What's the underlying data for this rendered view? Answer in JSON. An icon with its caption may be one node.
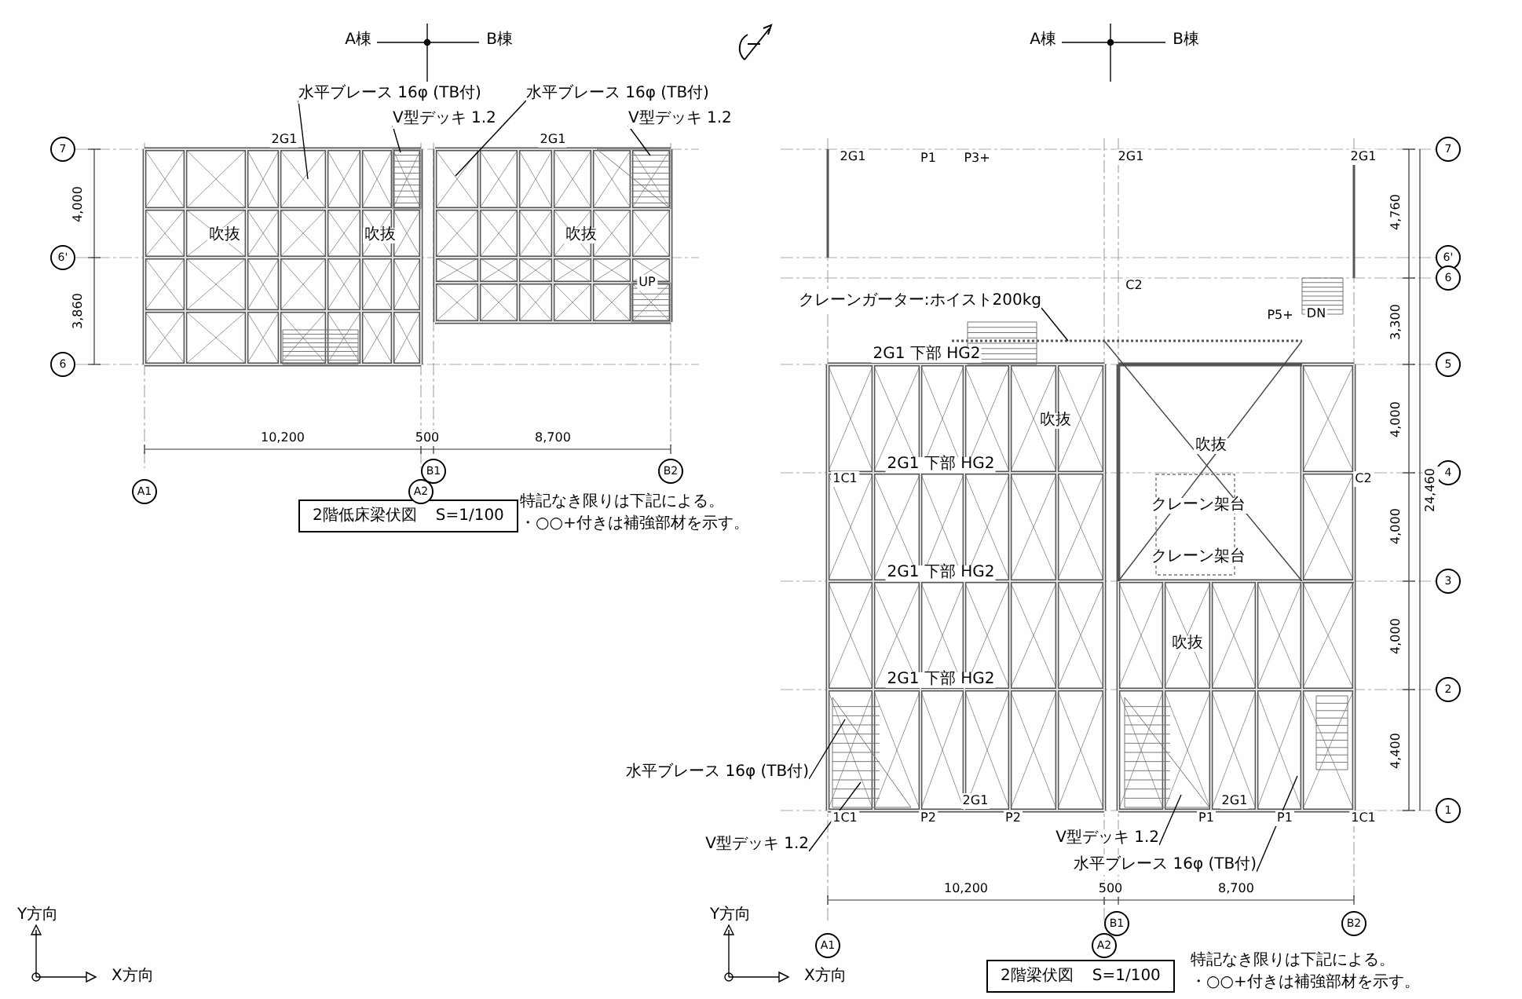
{
  "diagram": {
    "nodes": [
      {
        "text": [
          "水平ブレース 16φ (TB付)"
        ]
      },
      {
        "text": [
          "V型デッキ 1.2"
        ]
      },
      {
        "text": [
          "水平ブレース 16φ (TB付)"
        ]
      },
      {
        "text": [
          "V型デッキ 1.2"
        ]
      },
      {
        "text": [
          "クレーンガーター:ホイスト200kg"
        ]
      },
      {
        "text": [
          "水平ブレース 16φ (TB付)"
        ]
      },
      {
        "text": [
          "V型デッキ 1.2"
        ]
      },
      {
        "text": [
          "V型デッキ 1.2"
        ]
      },
      {
        "text": [
          "水平ブレース 16φ (TB付)"
        ]
      },
      {
        "text": [
          "2階低床梁伏図",
          "S=1/100"
        ]
      },
      {
        "text": [
          "2階梁伏図",
          "S=1/100"
        ]
      },
      {
        "text": [
          "7"
        ]
      },
      {
        "text": [
          "6'"
        ]
      },
      {
        "text": [
          "6"
        ]
      },
      {
        "text": [
          "A1"
        ]
      },
      {
        "text": [
          "A2"
        ]
      },
      {
        "text": [
          "B1"
        ]
      },
      {
        "text": [
          "B2"
        ]
      },
      {
        "text": [
          "7"
        ]
      },
      {
        "text": [
          "6'"
        ]
      },
      {
        "text": [
          "6"
        ]
      },
      {
        "text": [
          "5"
        ]
      },
      {
        "text": [
          "4"
        ]
      },
      {
        "text": [
          "3"
        ]
      },
      {
        "text": [
          "2"
        ]
      },
      {
        "text": [
          "1"
        ]
      },
      {
        "text": [
          "A1"
        ]
      },
      {
        "text": [
          "A2"
        ]
      },
      {
        "text": [
          "B1"
        ]
      },
      {
        "text": [
          "B2"
        ]
      }
    ],
    "edges": [
      {
        "from": 0,
        "to": null,
        "arrow": "none"
      },
      {
        "from": 1,
        "to": null,
        "arrow": "none"
      },
      {
        "from": 2,
        "to": null,
        "arrow": "none"
      },
      {
        "from": 3,
        "to": null,
        "arrow": "none"
      },
      {
        "from": 4,
        "to": null,
        "arrow": "none"
      },
      {
        "from": 5,
        "to": null,
        "arrow": "none"
      },
      {
        "from": 6,
        "to": null,
        "arrow": "none"
      },
      {
        "from": 7,
        "to": null,
        "arrow": "none"
      },
      {
        "from": 8,
        "to": null,
        "arrow": "none"
      }
    ],
    "labels": [
      "A棟",
      "B棟",
      "A棟",
      "B棟",
      "4,000",
      "3,860",
      "10,200",
      "500",
      "8,700",
      "4,760",
      "3,300",
      "4,000",
      "24,460",
      "4,000",
      "4,000",
      "4,400",
      "10,200",
      "500",
      "8,700",
      "特記なき限りは下記による。",
      "・○○+付きは補強部材を示す。",
      "特記なき限りは下記による。",
      "・○○+付きは補強部材を示す。",
      "Y方向",
      "X方向",
      "Y方向",
      "X方向",
      "2G1",
      "2G1",
      "吹抜",
      "吹抜",
      "吹抜",
      "UP",
      "2G1",
      "P1",
      "P3+",
      "2G1",
      "2G1",
      "吹抜",
      "吹抜",
      "クレーン架台",
      "クレーン架台",
      "吹抜",
      "2G1 下部 HG2",
      "2G1 下部 HG2",
      "2G1 下部 HG2",
      "2G1 下部 HG2",
      "1C1",
      "1C1",
      "P2",
      "P2",
      "P1",
      "P1",
      "1C1",
      "2G1",
      "2G1",
      "P5+",
      "DN",
      "C2",
      "C2"
    ]
  }
}
